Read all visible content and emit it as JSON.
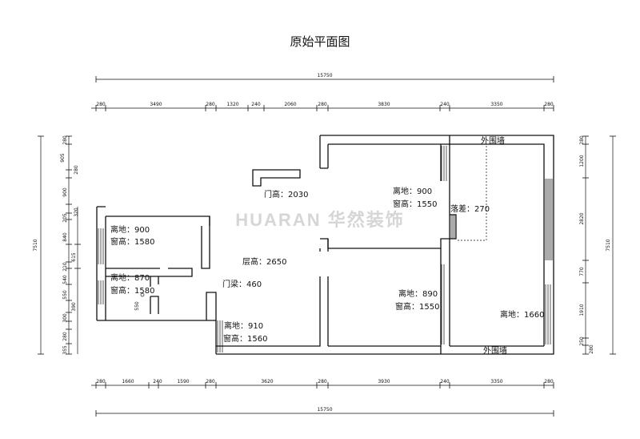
{
  "title": "原始平面图",
  "watermark": "HUARAN 华然装饰",
  "dimensions": {
    "top_total": "15750",
    "top_segments": [
      "280",
      "3490",
      "280",
      "1320",
      "240",
      "2060",
      "280",
      "3830",
      "240",
      "3350",
      "280"
    ],
    "bottom_total": "15750",
    "bottom_segments": [
      "280",
      "1660",
      "240",
      "1590",
      "280",
      "3620",
      "280",
      "3930",
      "240",
      "3350",
      "280"
    ],
    "left_total": "7510",
    "left_segments": [
      "280",
      "905",
      "280",
      "900",
      "320",
      "205",
      "840",
      "615",
      "210",
      "540",
      "550",
      "390",
      "300",
      "280",
      "355"
    ],
    "right_total": "7510",
    "right_segments": [
      "280",
      "1200",
      "2820",
      "770",
      "1910",
      "250",
      "280"
    ]
  },
  "rooms": {
    "bedroom_small": {
      "sill": "离地：900",
      "window": "窗高：1580"
    },
    "bathroom": {
      "sill": "离地：870",
      "window": "窗高：1580"
    },
    "bath_mark": "550",
    "entry_door": "门高：2030",
    "bedroom_top": {
      "sill": "离地：900",
      "window": "窗高：1550"
    },
    "step": "落差：270",
    "living": {
      "ceiling": "层高：2650",
      "beam": "门梁：460"
    },
    "bedroom_bottom": {
      "sill": "离地：890",
      "window": "窗高：1550"
    },
    "kitchen": {
      "sill": "离地：910",
      "window": "窗高：1560"
    },
    "balcony": {
      "sill": "离地：1660"
    },
    "outer_wall_top": "外围墙",
    "outer_wall_bottom": "外围墙"
  }
}
